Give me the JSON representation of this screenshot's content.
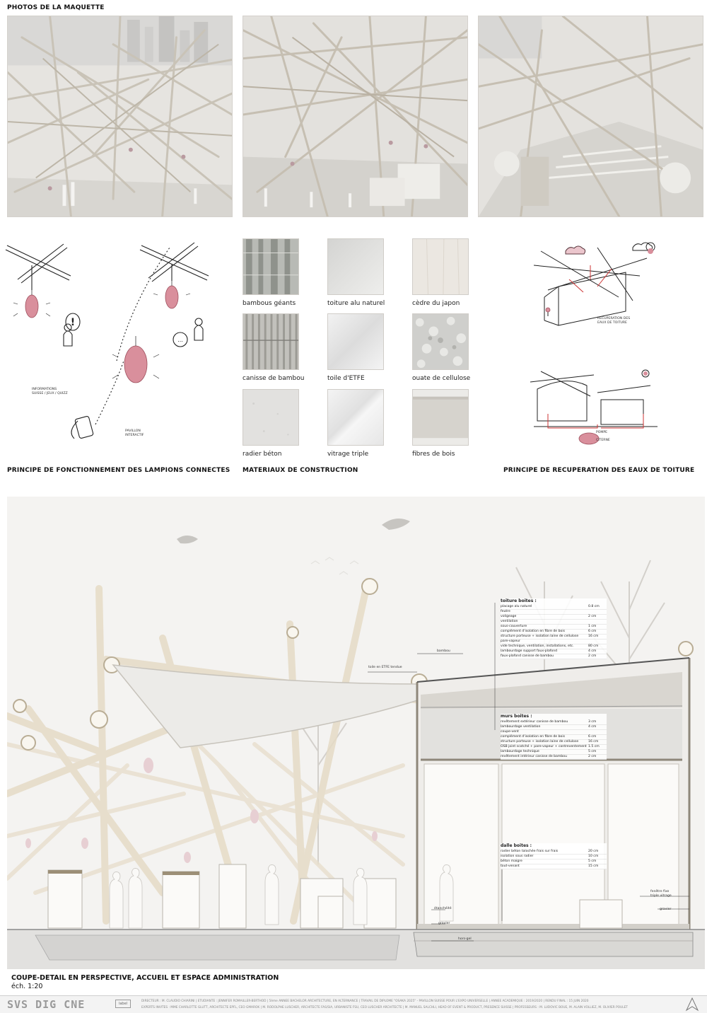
{
  "photos": {
    "title": "PHOTOS DE LA MAQUETTE"
  },
  "lampions": {
    "title": "PRINCIPE DE FONCTIONNEMENT DES LAMPIONS CONNECTES",
    "note_info": "INFORMATIONS\nSUISSE / JEUX / QUIZZ",
    "note_pavillon": "PAVILLON\nINTERACTIF",
    "accent_color": "#d98f9c"
  },
  "materials": {
    "title": "MATERIAUX DE CONSTRUCTION",
    "items": [
      {
        "label": "bambous géants"
      },
      {
        "label": "toiture alu naturel"
      },
      {
        "label": "cèdre du japon"
      },
      {
        "label": "canisse de bambou"
      },
      {
        "label": "toile d'ETFE"
      },
      {
        "label": "ouate de cellulose"
      },
      {
        "label": "radier béton"
      },
      {
        "label": "vitrage triple"
      },
      {
        "label": "fibres de bois"
      }
    ]
  },
  "water": {
    "title": "PRINCIPE DE RECUPERATION DES EAUX DE TOITURE",
    "note_recup": "RECUPERATION DES\nEAUX DE TOITURE",
    "note_pompe": "POMPE",
    "note_citerne": "CITERNE"
  },
  "section": {
    "callouts": {
      "bambou": "bambou",
      "etfe": "toile en ETFE tendue",
      "etancheite": "étanchéité",
      "gravier_bottom": "gravier",
      "hors_gel": "hors-gel",
      "fenetre": "fenêtre fixe\ntriple vitrage",
      "gravier_right": "gravier"
    },
    "toiture": {
      "title": "toiture boites :",
      "rows": [
        {
          "label": "placage alu naturel",
          "value": "0.8 cm"
        },
        {
          "label": "feutre",
          "value": ""
        },
        {
          "label": "voligeage",
          "value": "2 cm"
        },
        {
          "label": "ventilation",
          "value": ""
        },
        {
          "label": "sous-couverture",
          "value": "1 cm"
        },
        {
          "label": "complément d'isolation en fibre de bois",
          "value": "6 cm"
        },
        {
          "label": "structure porteuse + isolation laine de cellulose",
          "value": "16 cm"
        },
        {
          "label": "pare-vapeur",
          "value": ""
        },
        {
          "label": "vide technique, ventilation, installations, etc.",
          "value": "80 cm"
        },
        {
          "label": "lambourdage support faux-plafond",
          "value": "4 cm"
        },
        {
          "label": "faux-plafond canisse de bambou",
          "value": "2 cm"
        }
      ]
    },
    "murs": {
      "title": "murs boites :",
      "rows": [
        {
          "label": "revêtement extérieur canisse de bambou",
          "value": "3 cm"
        },
        {
          "label": "lambourdage ventilation",
          "value": "4 cm"
        },
        {
          "label": "coupe-vent",
          "value": ""
        },
        {
          "label": "complément d'isolation en fibre de bois",
          "value": "6 cm"
        },
        {
          "label": "structure porteuse + isolation laine de cellulose",
          "value": "16 cm"
        },
        {
          "label": "OSB joint scotché + pare-vapeur + contreventement",
          "value": "1.5 cm"
        },
        {
          "label": "lambourdage technique",
          "value": "5 cm"
        },
        {
          "label": "revêtement intérieur canisse de bambou",
          "value": "2 cm"
        }
      ]
    },
    "dalle": {
      "title": "dalle boites :",
      "rows": [
        {
          "label": "radier béton talochée frais sur frais",
          "value": "20 cm"
        },
        {
          "label": "isolation sous radier",
          "value": "10 cm"
        },
        {
          "label": "béton maigre",
          "value": "5 cm"
        },
        {
          "label": "tout-venant",
          "value": "15 cm"
        }
      ]
    },
    "caption_title": "COUPE-DETAIL EN PERSPECTIVE, ACCUEIL ET ESPACE ADMINISTRATION",
    "caption_scale": "éch. 1:20"
  },
  "footer": {
    "logo": "SVS DIG CNE",
    "label": "label",
    "line1": "DIRECTEUR : M. CLAUDIO CHIARINI   |   ETUDIANTE : JENNIFER ROMAILLER-BERTHOD   |   5ème ANNEE BACHELOR ARCHITECTURE, EN ALTERNANCE   |   TRAVAIL DE DIPLOME \"OSAKA 2025\" - PAVILLON SUISSE POUR L'EXPO UNIVERSELLE   |   ANNEE ACADEMIQUE : 2019/2020   |   RENDU FINAL : 15 JUIN 2020",
    "line2": "EXPERTS INVITES : MME CHARLOTTE GLUTT, ARCHITECTE EPFL, CEO GMAROK   |   M. RODOLPHE LUSCHER, ARCHITECTE FAS/SIA, URBANISTE FSU, CEO LUSCHER ARCHITECTE   |   M. MANUEL SALCHLI, HEAD OF EVENT & PRODUCT, PRESENCE SUISSE   |   PROFESSEURS : M. LUDOVIC BOUE, M. ALAIN VOLLIEZ, M. OLIVIER POULET"
  }
}
